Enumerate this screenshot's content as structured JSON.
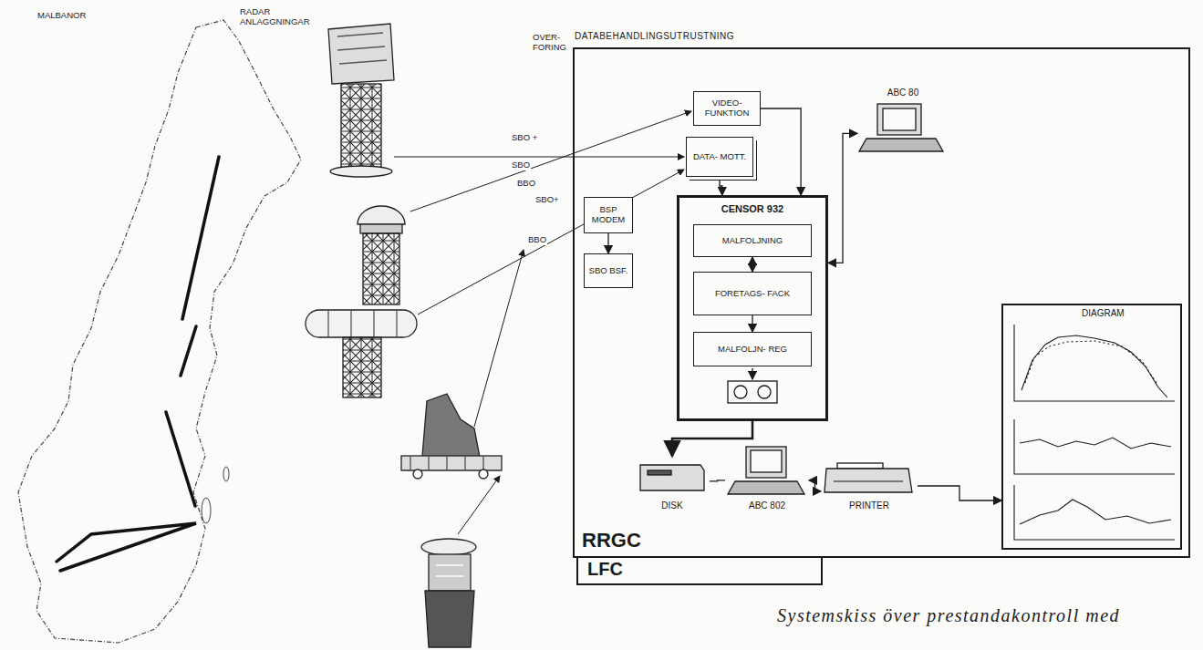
{
  "diagram": {
    "caption": "Systemskiss över prestandakontroll med",
    "nodes": [
      {
        "text": [
          "DATABEHANDLINGSUTRUSTNING",
          "RRGC"
        ]
      },
      {
        "text": [
          "LFC"
        ]
      },
      {
        "text": [
          "VIDEO- FUNKTION"
        ],
        "in": 0
      },
      {
        "text": [
          "DATA- MOTT."
        ],
        "in": 0
      },
      {
        "text": [
          "BSP MODEM"
        ],
        "in": 0
      },
      {
        "text": [
          "SBO BSF."
        ],
        "in": 0
      },
      {
        "text": [
          "CENSOR 932"
        ],
        "in": 0
      },
      {
        "text": [
          "MALFOLJNING"
        ],
        "in": 6
      },
      {
        "text": [
          "FORETAGS- FACK"
        ],
        "in": 6
      },
      {
        "text": [
          "MALFOLJN- REG"
        ],
        "in": 6
      },
      {
        "text": [
          "ABC 80"
        ],
        "in": 0
      },
      {
        "text": [
          "DISK"
        ],
        "in": 0
      },
      {
        "text": [
          "ABC 802"
        ],
        "in": 0
      },
      {
        "text": [
          "PRINTER"
        ],
        "in": 0
      },
      {
        "text": [
          "DIAGRAM"
        ],
        "in": 0
      }
    ],
    "edges": [
      {
        "from": 3,
        "to": 6,
        "arrow": "to"
      },
      {
        "from": 2,
        "to": 6,
        "arrow": "to"
      },
      {
        "from": 4,
        "to": 5,
        "arrow": "to"
      },
      {
        "from": 7,
        "to": 8,
        "arrow": "both"
      },
      {
        "from": 8,
        "to": 9,
        "arrow": "to"
      },
      {
        "from": 6,
        "to": 11,
        "arrow": "to"
      },
      {
        "from": 6,
        "to": 10,
        "arrow": "both"
      },
      {
        "from": 11,
        "to": 12,
        "arrow": "none"
      },
      {
        "from": 12,
        "to": 13,
        "arrow": "both"
      },
      {
        "from": 13,
        "to": 14,
        "arrow": "to"
      }
    ],
    "labels": [
      "MALBANOR",
      "RADAR ANLAGGNINGAR",
      "OVER- FORING",
      "SBO +",
      "SBO",
      "BBO",
      "SBO+",
      "BBO"
    ]
  }
}
